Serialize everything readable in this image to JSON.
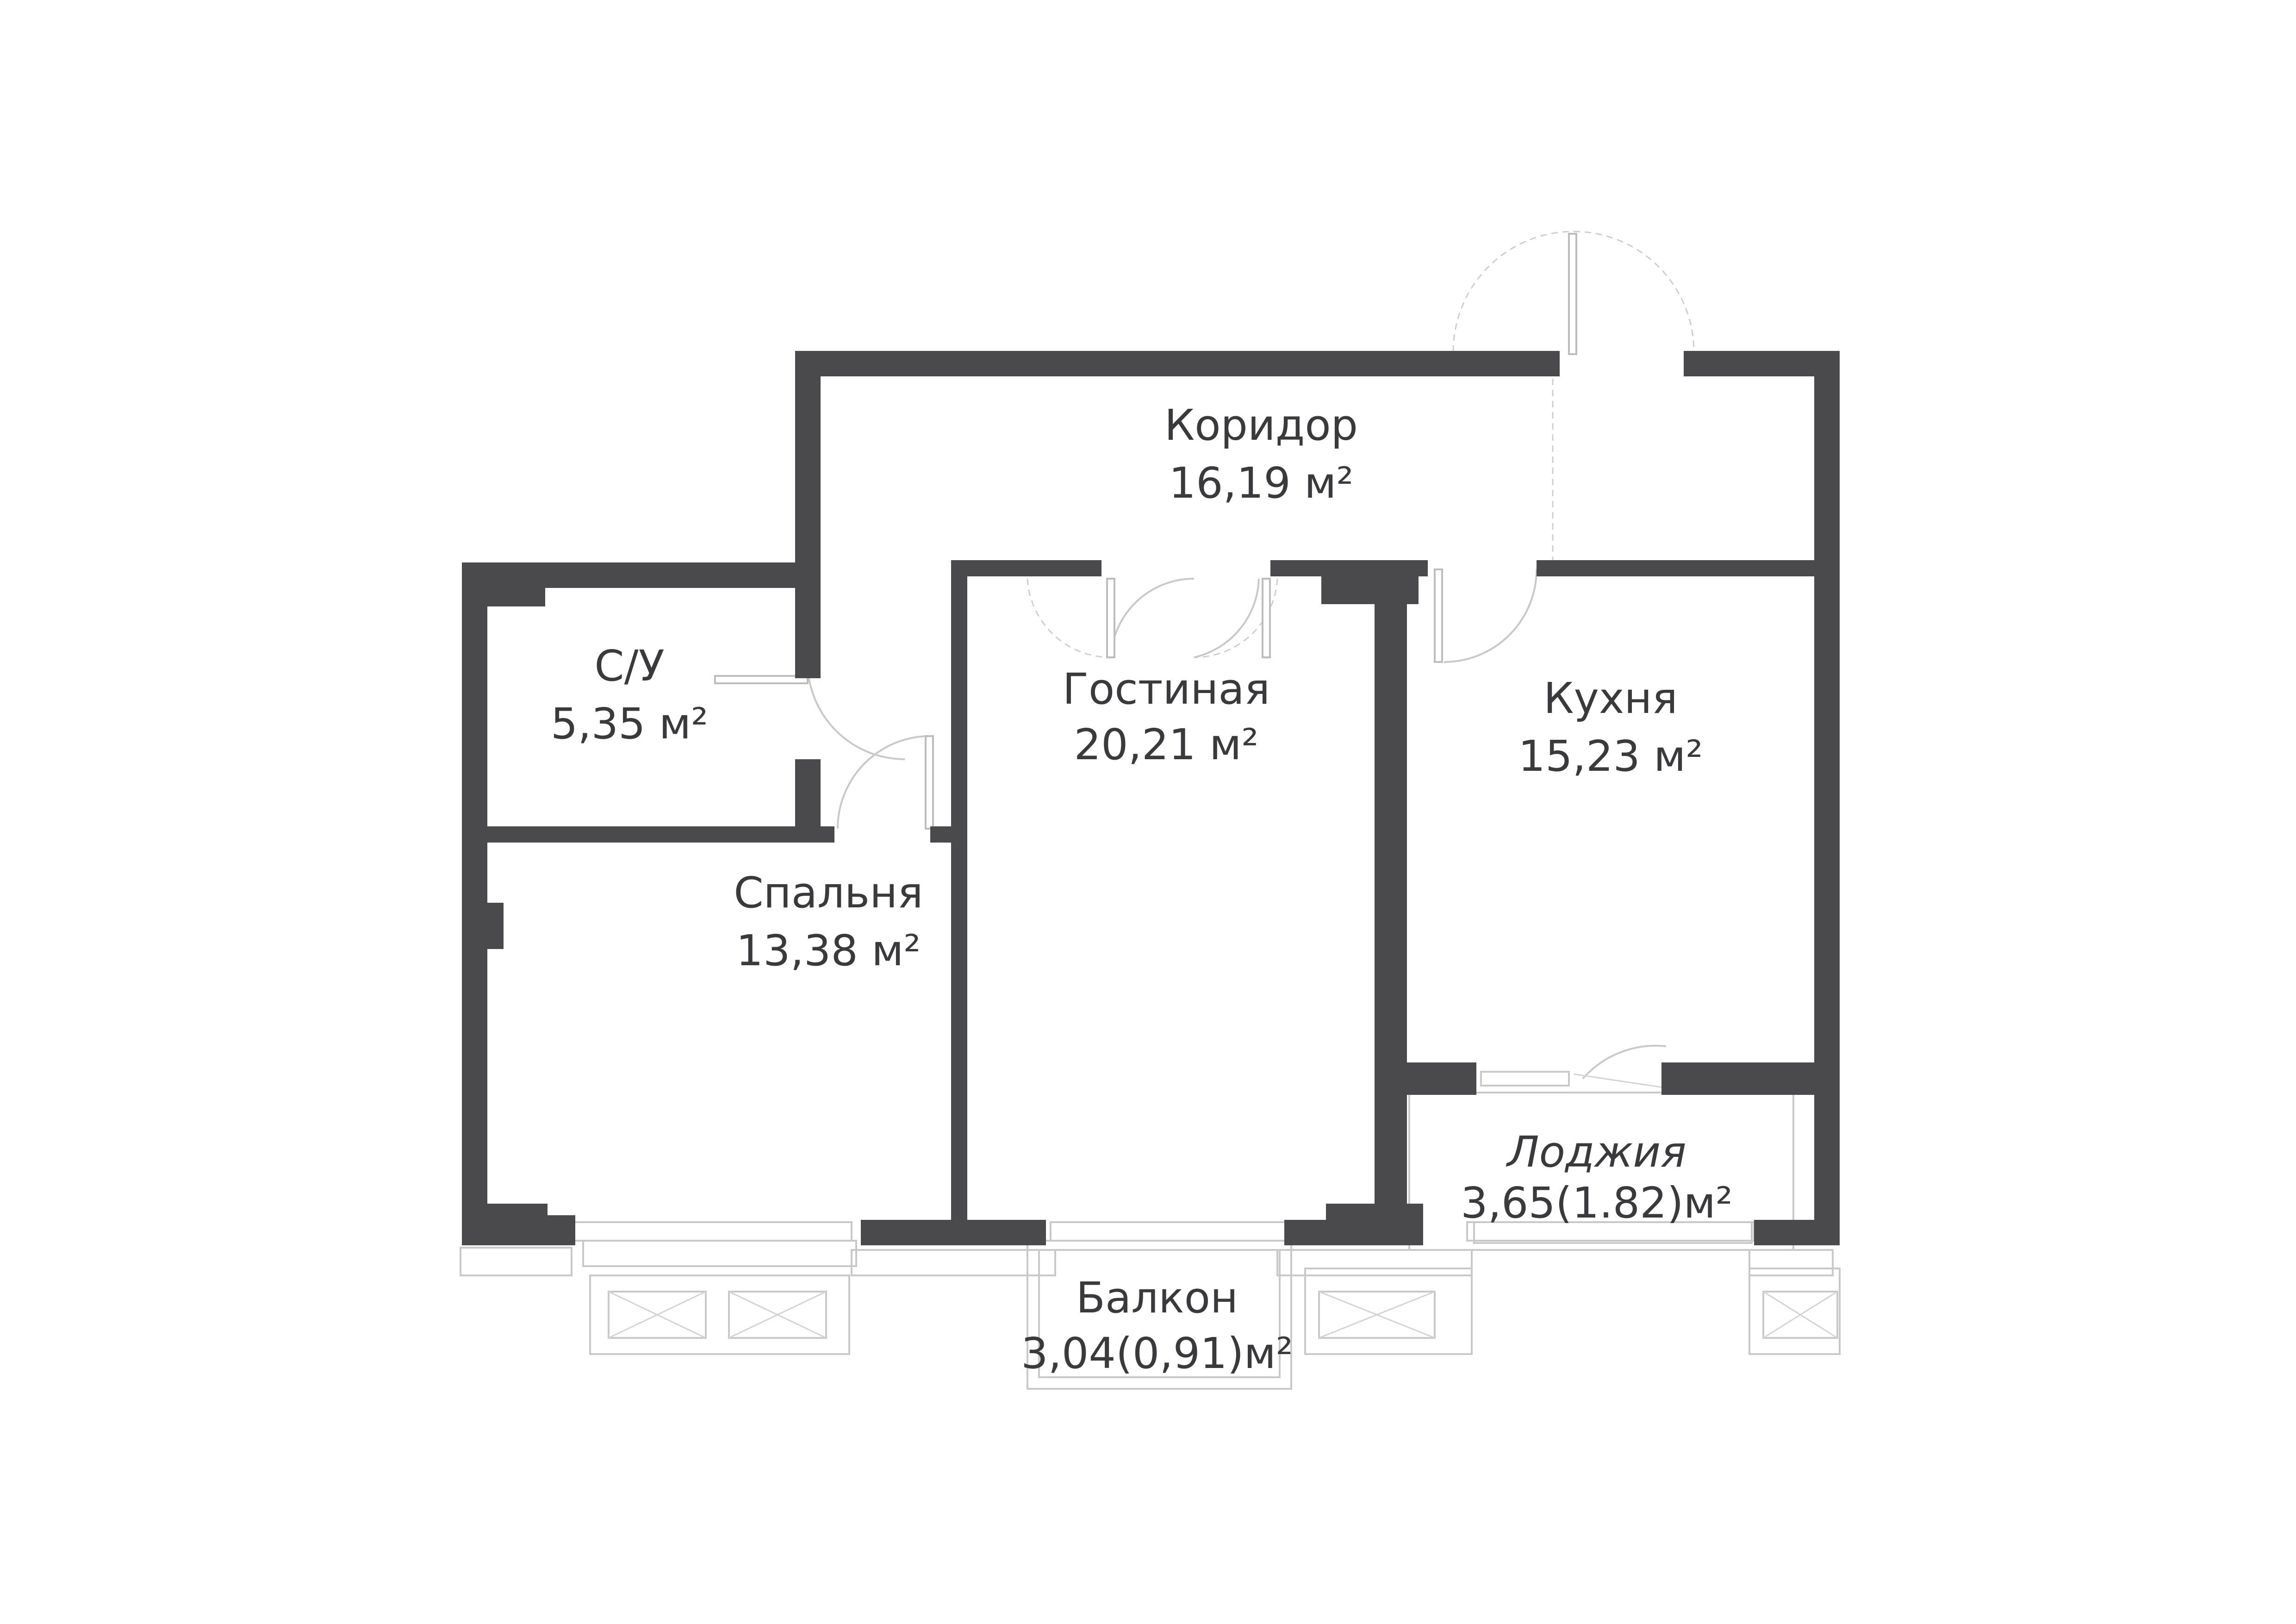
{
  "plan": {
    "rooms": [
      {
        "id": "corridor",
        "name": "Коридор",
        "area": "16,19 м²"
      },
      {
        "id": "bathroom",
        "name": "С/У",
        "area": "5,35 м²"
      },
      {
        "id": "living",
        "name": "Гостиная",
        "area": "20,21 м²"
      },
      {
        "id": "kitchen",
        "name": "Кухня",
        "area": "15,23 м²"
      },
      {
        "id": "bedroom",
        "name": "Спальня",
        "area": "13,38 м²"
      },
      {
        "id": "loggia",
        "name": "Лоджия",
        "area": "3,65(1.82)м²"
      },
      {
        "id": "balcony",
        "name": "Балкон",
        "area": "3,04(0,91)м²"
      }
    ],
    "colors": {
      "wall": "#4a4a4c",
      "text": "#3a3a3c",
      "thin_line": "#c9c9c9"
    }
  }
}
